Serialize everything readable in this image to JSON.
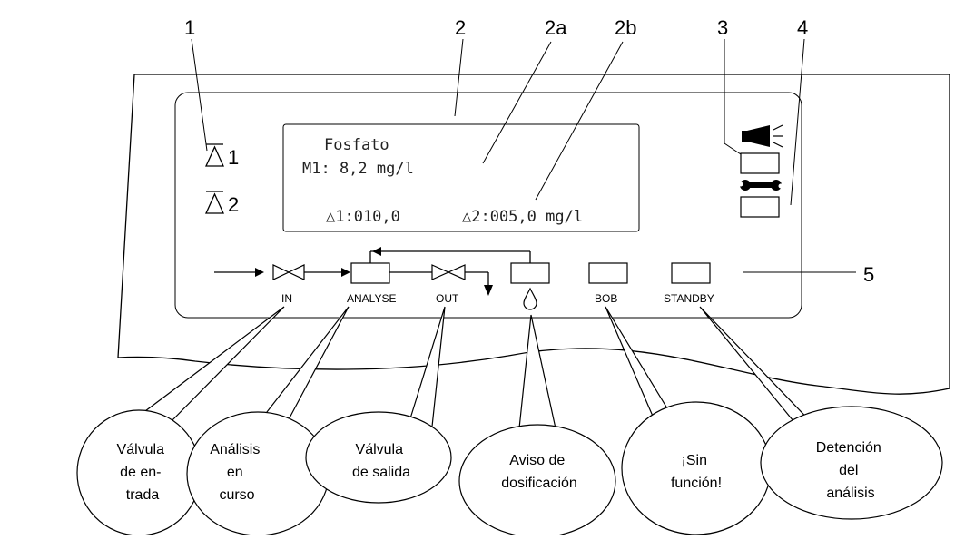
{
  "callout_numbers": {
    "n1": "1",
    "n2": "2",
    "n2a": "2a",
    "n2b": "2b",
    "n3": "3",
    "n4": "4",
    "n5": "5"
  },
  "limit_labels": {
    "l1": "1",
    "l2": "2"
  },
  "display": {
    "line1": "Fosfato",
    "line2": "M1: 8,2 mg/l",
    "limit1": "△1:010,0",
    "limit2": "△2:005,0 mg/l"
  },
  "indicators": {
    "in": "IN",
    "analyse": "ANALYSE",
    "out": "OUT",
    "bob": "BOB",
    "standby": "STANDBY"
  },
  "icons": {
    "alarm": "horn-icon",
    "service": "wrench-icon",
    "dosing": "drop-icon",
    "limit": "limit-triangle-icon"
  },
  "bubbles": [
    {
      "lines": [
        "Válvula",
        "de en-",
        "trada"
      ]
    },
    {
      "lines": [
        "Análisis",
        "en",
        "curso"
      ]
    },
    {
      "lines": [
        "Válvula",
        "de salida"
      ]
    },
    {
      "lines": [
        "Aviso de",
        "dosificación"
      ]
    },
    {
      "lines": [
        "¡Sin",
        "función!"
      ]
    },
    {
      "lines": [
        "Detención",
        "del",
        "análisis"
      ]
    }
  ]
}
